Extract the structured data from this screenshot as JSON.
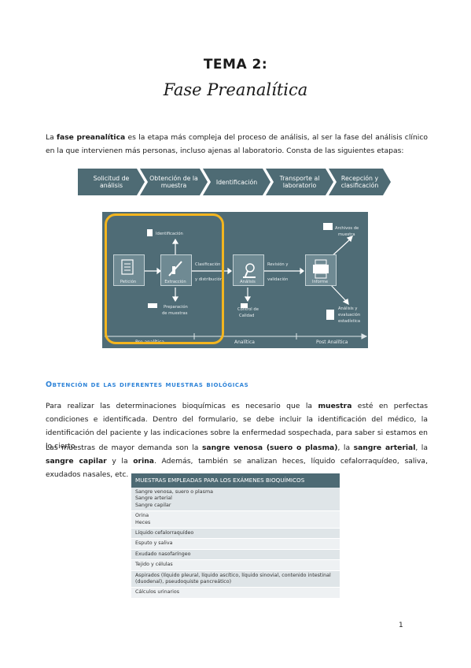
{
  "title": "TEMA 2:",
  "subtitle": "Fase Preanalítica",
  "intro": {
    "pre": "La ",
    "bold": "fase preanalítica",
    "post": " es la etapa más compleja del proceso de análisis, al ser la fase del análisis clínico en la que intervienen más personas, incluso ajenas al laboratorio. Consta de las siguientes etapas:"
  },
  "steps": [
    "Solicitud de análisis",
    "Obtención de la muestra",
    "Identificación",
    "Transporte al laboratorio",
    "Recepción y clasificación"
  ],
  "diagram": {
    "top_identificacion": "Identificación",
    "peticion": "Petición",
    "extraccion": "Extracción",
    "clasificacion": "Clasificación",
    "distribucion": "y distribución",
    "analisis": "Análisis",
    "revision": "Revisión y",
    "validacion": "validación",
    "informe": "Informe",
    "archivos_1": "Archivos de",
    "archivos_2": "muestra",
    "preparacion_1": "Preparación",
    "preparacion_2": "de muestras",
    "control_1": "Control de",
    "control_2": "Calidad",
    "analisis_eval_1": "Análisis y",
    "analisis_eval_2": "evaluación",
    "analisis_eval_3": "estadística",
    "phase_pre": "Pre analítica",
    "phase_ana": "Analítica",
    "phase_post": "Post Analítica"
  },
  "section_title": "Obtención de las diferentes muestras biológicas",
  "para2": {
    "p1": "Para realizar las determinaciones bioquímicas es necesario que la ",
    "b1": "muestra",
    "p2": " esté en perfectas condiciones e identificada. Dentro del formulario, se debe incluir la identificación del médico, la identificación del paciente y las indicaciones sobre la enfermedad sospechada, para saber si estamos en lo cierto."
  },
  "para3": {
    "p1": "Las muestras de mayor demanda son la ",
    "b1": "sangre venosa (suero o plasma)",
    "p2": ", la ",
    "b2": "sangre arterial",
    "p3": ", la ",
    "b3": "sangre capilar",
    "p4": " y la ",
    "b4": "orina",
    "p5": ". Además, también se analizan heces, líquido cefalorraquídeo, saliva, exudados nasales, etc."
  },
  "table": {
    "header": "MUESTRAS EMPLEADAS PARA LOS EXÁMENES BIOQUÍMICOS",
    "rows": [
      [
        "Sangre venosa, suero o plasma",
        "Sangre arterial",
        "Sangre capilar"
      ],
      [
        "Orina",
        "Heces"
      ],
      [
        "Líquido cefalorraquídeo"
      ],
      [
        "Esputo y saliva"
      ],
      [
        "Exudado nasofaríngeo"
      ],
      [
        "Tejido y células"
      ],
      [
        "Aspirados (líquido pleural, líquido ascítico, líquido sinovial, contenido intestinal (duodenal), pseudoquiste pancreático)"
      ],
      [
        "Cálculos urinarios"
      ]
    ]
  },
  "page_number": "1",
  "colors": {
    "accent": "#2f84d8",
    "diagram_bg": "#4f6c76",
    "highlight": "#f3b51f",
    "step_bg": "#4e6b74"
  }
}
